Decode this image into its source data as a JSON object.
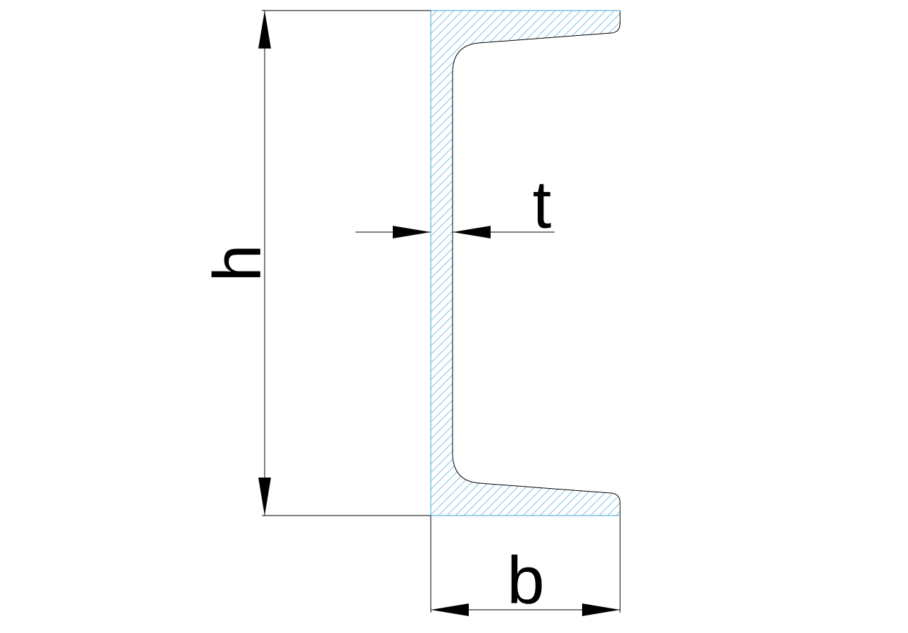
{
  "labels": {
    "height": "h",
    "thickness": "t",
    "width": "b"
  },
  "colors": {
    "hatch": "#7ec3e6",
    "outline": "#000000",
    "background": "#ffffff"
  },
  "profile": {
    "shape": "channel-section"
  }
}
